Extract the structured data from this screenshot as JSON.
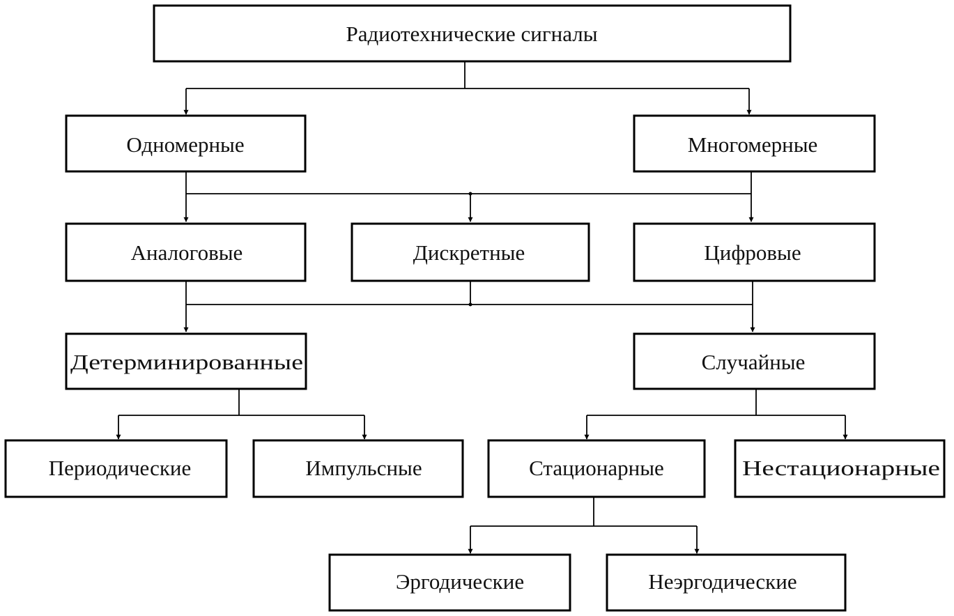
{
  "nodes": {
    "root": "Радиотехнические сигналы",
    "one_dimensional": "Одномерные",
    "multi_dimensional": "Многомерные",
    "analog": "Аналоговые",
    "discrete": "Дискретные",
    "digital": "Цифровые",
    "deterministic": "Детерминированные",
    "random": "Случайные",
    "periodic": "Периодические",
    "pulse": "Импульсные",
    "stationary": "Стационарные",
    "nonstationary": "Нестационарные",
    "ergodic": "Эргодические",
    "nonergodic": "Неэргодические"
  }
}
